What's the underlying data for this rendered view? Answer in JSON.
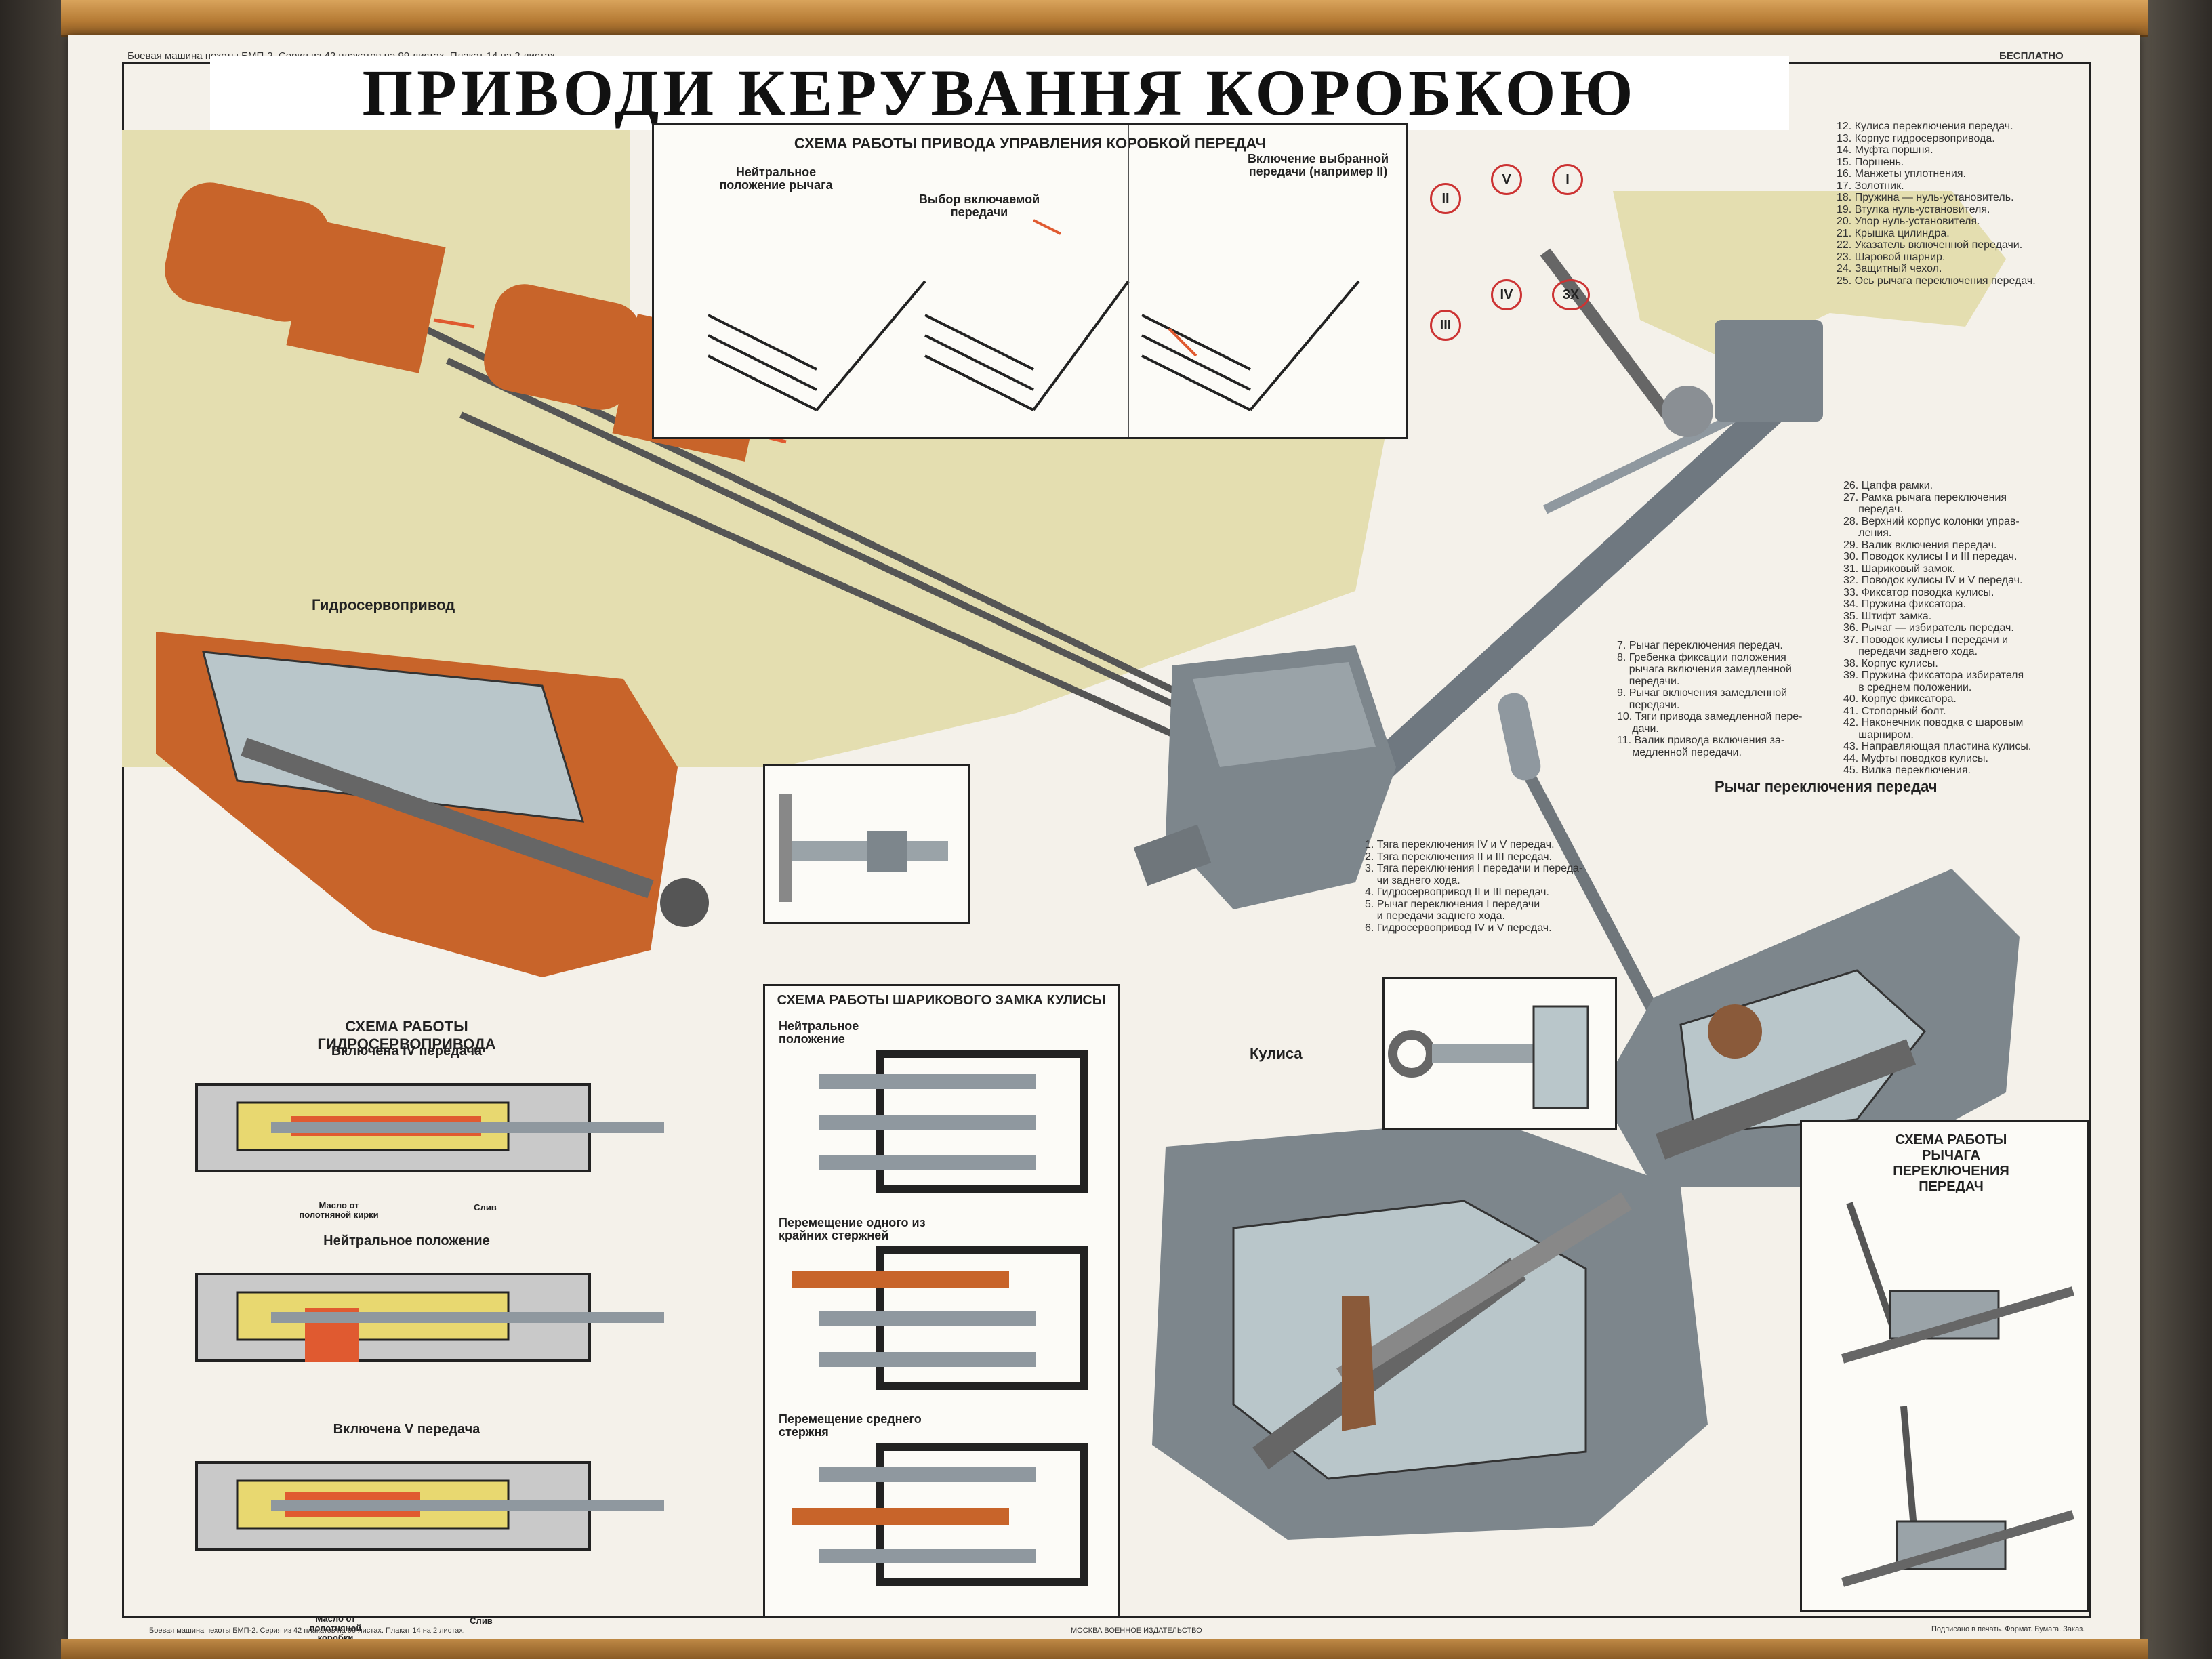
{
  "poster": {
    "header_note": "Боевая машина пехоты БМП-2. Серия из 42 плакатов на 99 листах. Плакат 14 на 2 листах.",
    "free_label": "БЕСПЛАТНО",
    "title": "ПРИВОДИ   КЕРУВАННЯ   КОРОБКОЮ   ШВИДКОСТЕЙ",
    "gidro_title": "Гидросервопривод",
    "kulisa_title": "Кулиса",
    "lever_title": "Рычаг переключения передач",
    "footer_left": "Боевая машина пехоты БМП-2. Серия из 42 плакатов на 99 листах. Плакат 14 на 2 листах.",
    "footer_center": "МОСКВА ВОЕННОЕ ИЗДАТЕЛЬСТВО",
    "footer_right": "Подписано в печать. Формат. Бумага. Заказ."
  },
  "scheme_drive": {
    "title": "СХЕМА РАБОТЫ ПРИВОДА УПРАВЛЕНИЯ КОРОБКОЙ ПЕРЕДАЧ",
    "neutral": "Нейтральное положение рычага",
    "select": "Выбор включаемой передачи",
    "engaged": "Включение выбранной передачи (например II)"
  },
  "gear_pattern": [
    "II",
    "V",
    "I",
    "III",
    "IV",
    "3Х"
  ],
  "scheme_gidro": {
    "title": "СХЕМА РАБОТЫ ГИДРОСЕРВОПРИВОДА",
    "state1": "Включена IV передача",
    "state2": "Нейтральное положение",
    "state3": "Включена V передача",
    "oil_note": "Масло от полотняной кирки",
    "drain": "Слив",
    "oil_note2": "Масло от полотняной коробки"
  },
  "scheme_ball": {
    "title": "СХЕМА РАБОТЫ ШАРИКОВОГО ЗАМКА КУЛИСЫ",
    "neutral": "Нейтральное положение",
    "outer": "Перемещение одного из крайних стержней",
    "middle": "Перемещение среднего стержня"
  },
  "scheme_lever": {
    "title": "СХЕМА РАБОТЫ РЫЧАГА ПЕРЕКЛЮЧЕНИЯ ПЕРЕДАЧ"
  },
  "legend_a": "12. Кулиса переключения передач.\n13. Корпус гидросервопривода.\n14. Муфта поршня.\n15. Поршень.\n16. Манжеты уплотнения.\n17. Золотник.\n18. Пружина — нуль-установитель.\n19. Втулка нуль-установителя.\n20. Упор нуль-установителя.\n21. Крышка цилиндра.\n22. Указатель включенной передачи.\n23. Шаровой шарнир.\n24. Защитный чехол.\n25. Ось рычага переключения передач.",
  "legend_b": "26. Цапфа рамки.\n27. Рамка рычага переключения\n     передач.\n28. Верхний корпус колонки управ-\n     ления.\n29. Валик включения передач.\n30. Поводок кулисы I и III передач.\n31. Шариковый замок.\n32. Поводок кулисы IV и V передач.\n33. Фиксатор поводка кулисы.\n34. Пружина фиксатора.\n35. Штифт замка.\n36. Рычаг — избиратель передач.\n37. Поводок кулисы I передачи и\n     передачи заднего хода.\n38. Корпус кулисы.\n39. Пружина фиксатора избирателя\n     в среднем положении.\n40. Корпус фиксатора.\n41. Стопорный болт.\n42. Наконечник поводка с шаровым\n     шарниром.\n43. Направляющая пластина кулисы.\n44. Муфты поводков кулисы.\n45. Вилка переключения.",
  "legend_c": "7. Рычаг переключения передач.\n8. Гребенка фиксации положения\n    рычага включения замедленной\n    передачи.\n9. Рычаг включения замедленной\n    передачи.\n10. Тяги привода замедленной пере-\n     дачи.\n11. Валик привода включения за-\n     медленной передачи.",
  "legend_d": "1. Тяга переключения IV и V передач.\n2. Тяга переключения II и III передач.\n3. Тяга переключения I передачи и переда-\n    чи заднего хода.\n4. Гидросервопривод II и III передач.\n5. Рычаг переключения I передачи\n    и передачи заднего хода.\n6. Гидросервопривод IV и V передач.",
  "colors": {
    "orange": "#c8642a",
    "khaki": "#e4deb0",
    "steel": "#7f8990",
    "red_arrow": "#e05a30"
  }
}
